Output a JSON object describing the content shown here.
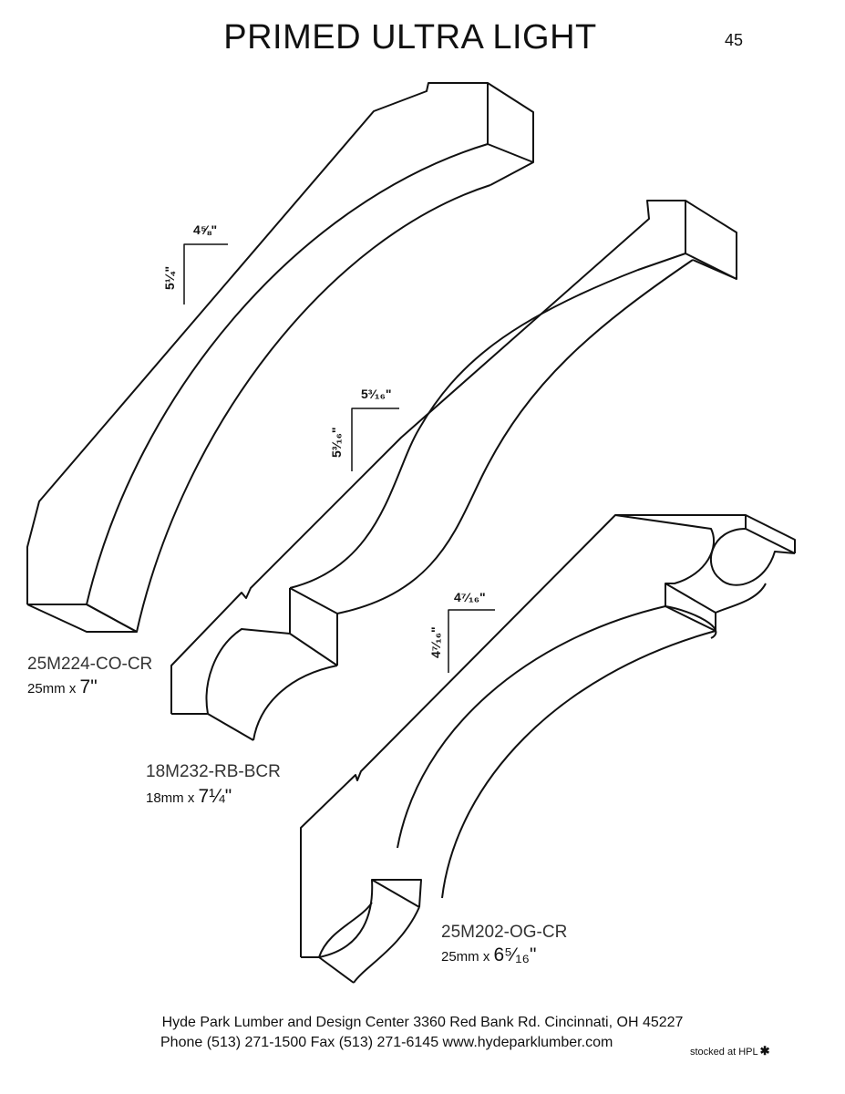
{
  "header": {
    "title": "PRIMED ULTRA LIGHT",
    "page_number": "45"
  },
  "products": [
    {
      "code": "25M224-CO-CR",
      "size_prefix": "25mm x",
      "size_value": "7\"",
      "dim_horizontal": "4⅝\"",
      "dim_vertical": "5¼\""
    },
    {
      "code": "18M232-RB-BCR",
      "size_prefix": "18mm x",
      "size_value": "7¼\"",
      "dim_horizontal": "5³⁄₁₆\"",
      "dim_vertical": "5³⁄₁₆\""
    },
    {
      "code": "25M202-OG-CR",
      "size_prefix": "25mm x",
      "size_value": "6⁵⁄₁₆\"",
      "dim_horizontal": "4⁷⁄₁₆\"",
      "dim_vertical": "4⁷⁄₁₆\""
    }
  ],
  "footer": {
    "line1": "Hyde Park Lumber and Design Center  3360 Red Bank Rd.  Cincinnati, OH 45227",
    "line2": "Phone (513) 271-1500  Fax (513) 271-6145  www.hydeparklumber.com",
    "stocked_note": "stocked at HPL",
    "stocked_mark": "✱"
  }
}
